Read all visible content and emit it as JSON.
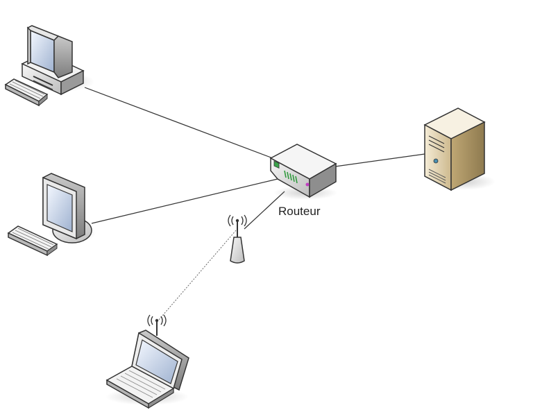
{
  "diagram": {
    "router_label": "Routeur",
    "nodes": [
      {
        "id": "desktop-pc",
        "icon": "desktop-computer-icon"
      },
      {
        "id": "monitor",
        "icon": "monitor-icon"
      },
      {
        "id": "router",
        "icon": "router-icon"
      },
      {
        "id": "server",
        "icon": "server-tower-icon"
      },
      {
        "id": "access-point",
        "icon": "wireless-access-point-icon"
      },
      {
        "id": "laptop",
        "icon": "laptop-icon"
      }
    ],
    "links": [
      {
        "from": "desktop-pc",
        "to": "router",
        "style": "solid"
      },
      {
        "from": "monitor",
        "to": "router",
        "style": "solid"
      },
      {
        "from": "router",
        "to": "server",
        "style": "solid"
      },
      {
        "from": "router",
        "to": "access-point",
        "style": "solid"
      },
      {
        "from": "access-point",
        "to": "laptop",
        "style": "dotted"
      }
    ]
  }
}
